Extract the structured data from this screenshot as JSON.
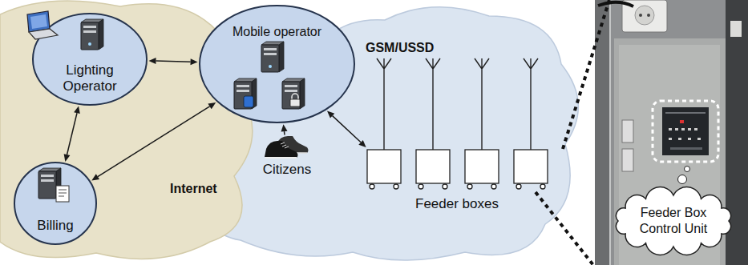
{
  "diagram": {
    "nodes": [
      {
        "text": [
          "Lighting Operator"
        ]
      },
      {
        "text": [
          "Mobile operator"
        ]
      },
      {
        "text": [
          "Billing"
        ]
      },
      {
        "text": [
          "Citizens"
        ]
      },
      {
        "text": [
          "Feeder boxes"
        ]
      },
      {
        "text": [
          "Feeder Box Control Unit"
        ]
      }
    ],
    "edges": [
      {
        "from": 0,
        "to": 1,
        "arrow": "both"
      },
      {
        "from": 0,
        "to": 2,
        "arrow": "both"
      },
      {
        "from": 2,
        "to": 1,
        "arrow": "both"
      },
      {
        "from": 3,
        "to": 1,
        "arrow": "to"
      },
      {
        "from": 1,
        "to": 4,
        "arrow": "both"
      }
    ],
    "labels": [
      "Internet",
      "GSM/USSD"
    ]
  }
}
